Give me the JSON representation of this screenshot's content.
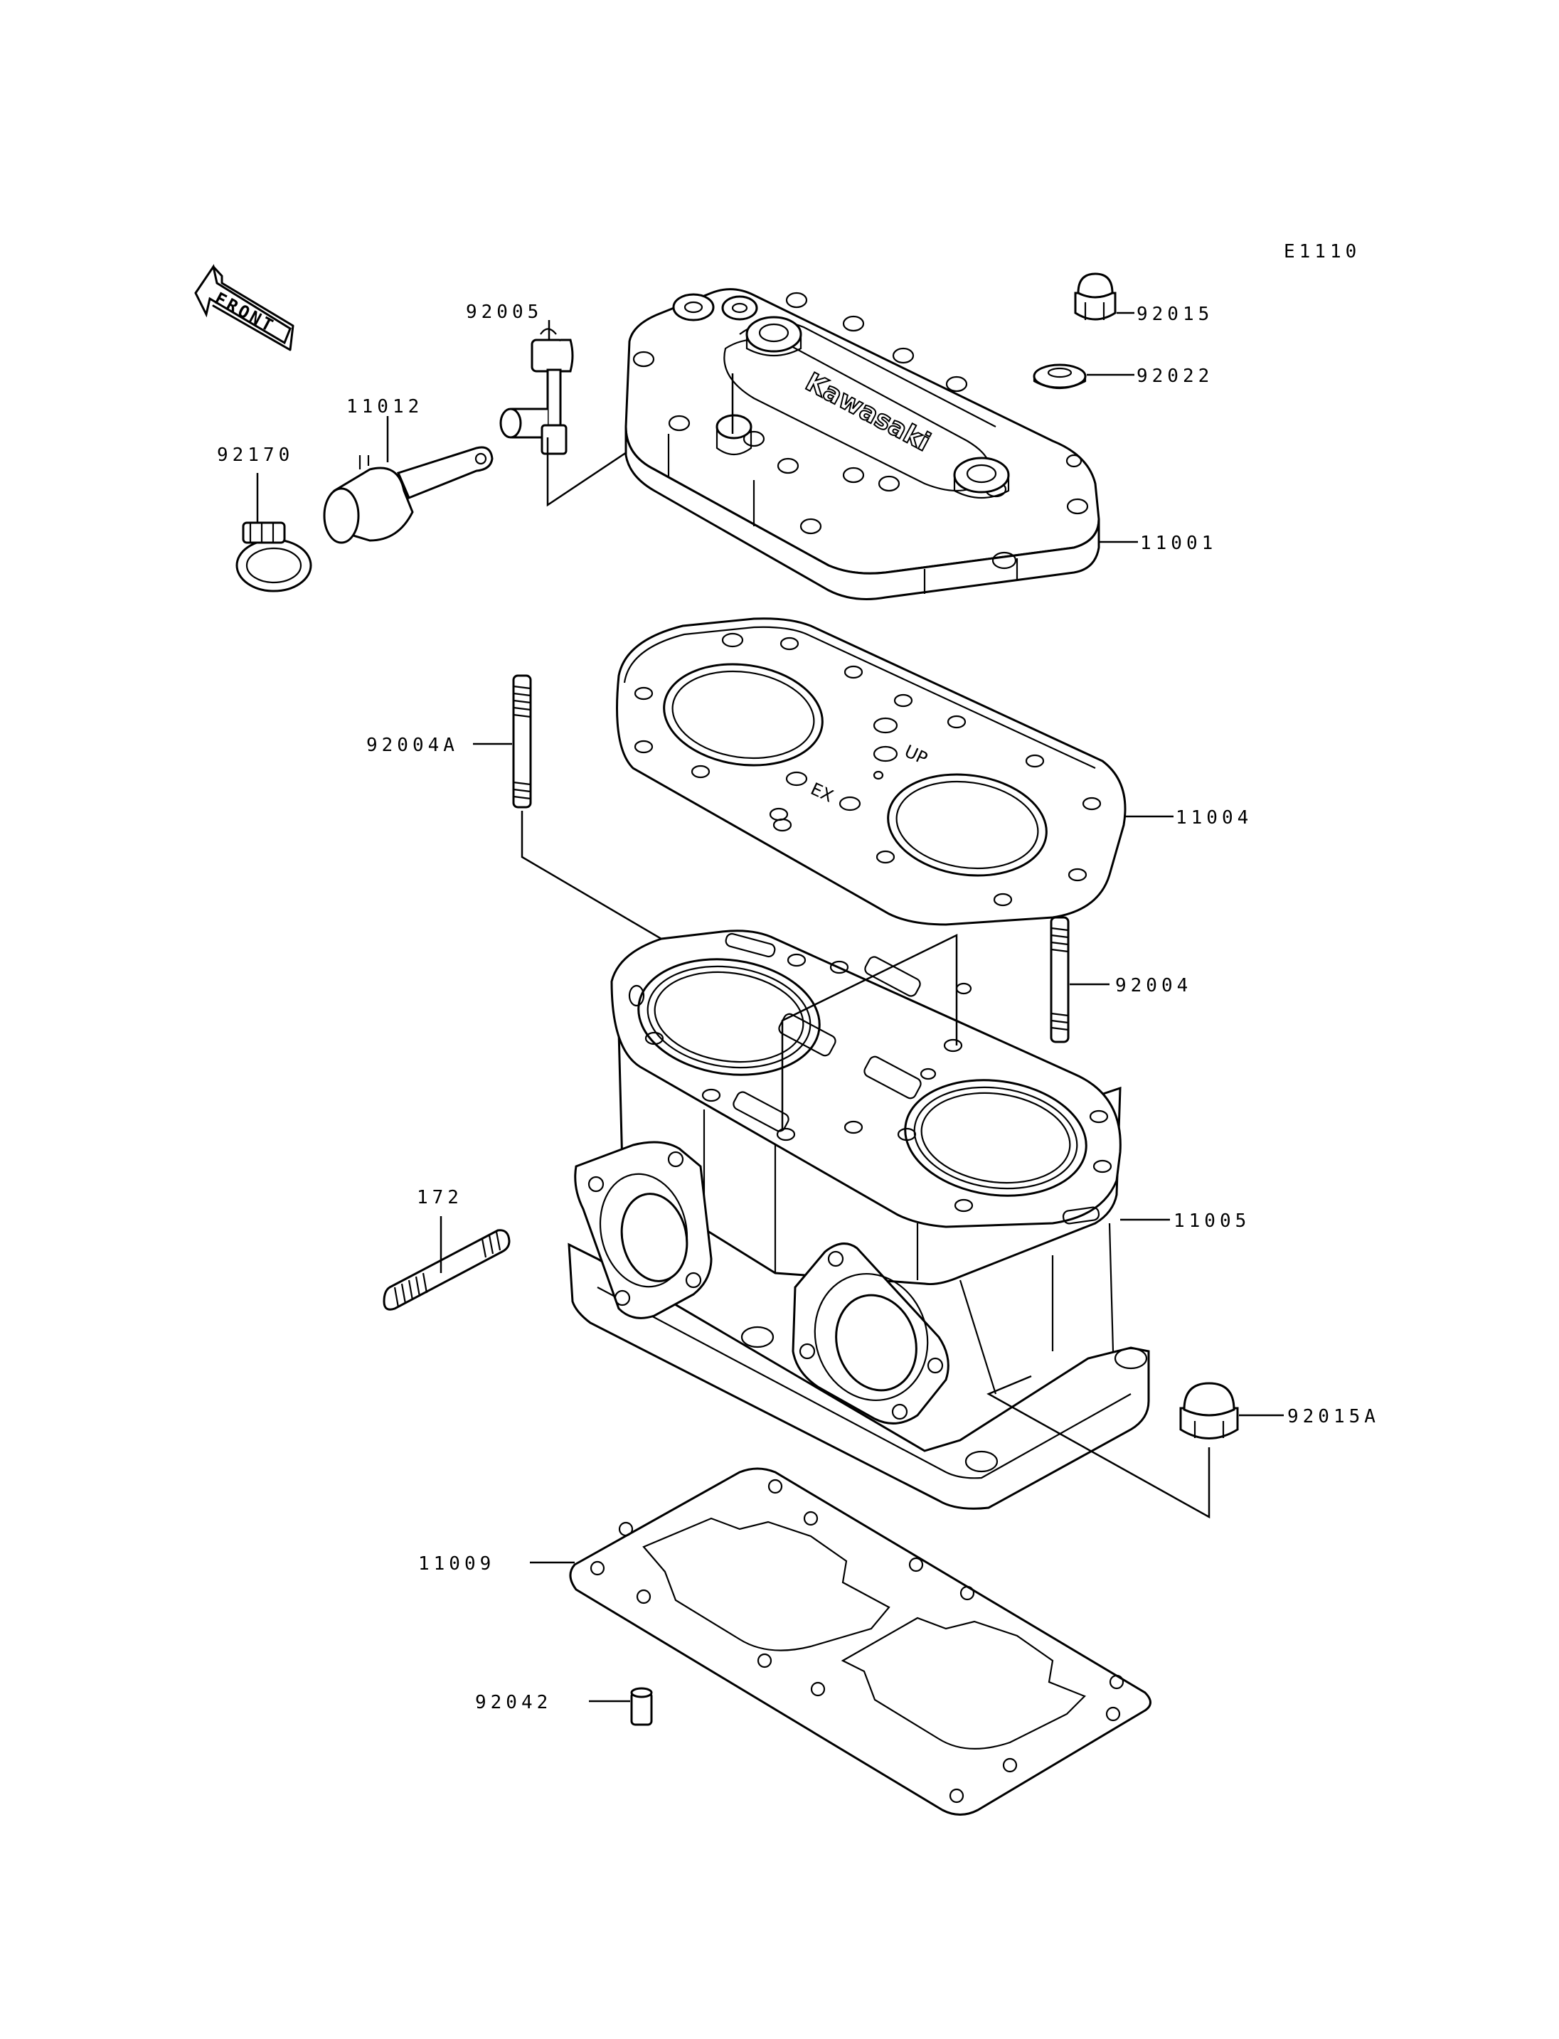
{
  "diagram_code": "E1110",
  "direction_label": "FRONT",
  "head_logo_text": "Kawasaki",
  "gasket_marks": {
    "up": "UP",
    "ex": "EX"
  },
  "parts": [
    {
      "id": "p92015",
      "number": "92015"
    },
    {
      "id": "p92022",
      "number": "92022"
    },
    {
      "id": "p92005",
      "number": "92005"
    },
    {
      "id": "p11012",
      "number": "11012"
    },
    {
      "id": "p92170",
      "number": "92170"
    },
    {
      "id": "p11001",
      "number": "11001"
    },
    {
      "id": "p92004A",
      "number": "92004A"
    },
    {
      "id": "p11004",
      "number": "11004"
    },
    {
      "id": "p92004",
      "number": "92004"
    },
    {
      "id": "p172",
      "number": "172"
    },
    {
      "id": "p11005",
      "number": "11005"
    },
    {
      "id": "p92015A",
      "number": "92015A"
    },
    {
      "id": "p11009",
      "number": "11009"
    },
    {
      "id": "p92042",
      "number": "92042"
    }
  ],
  "colors": {
    "line": "#000000",
    "background": "#ffffff"
  }
}
